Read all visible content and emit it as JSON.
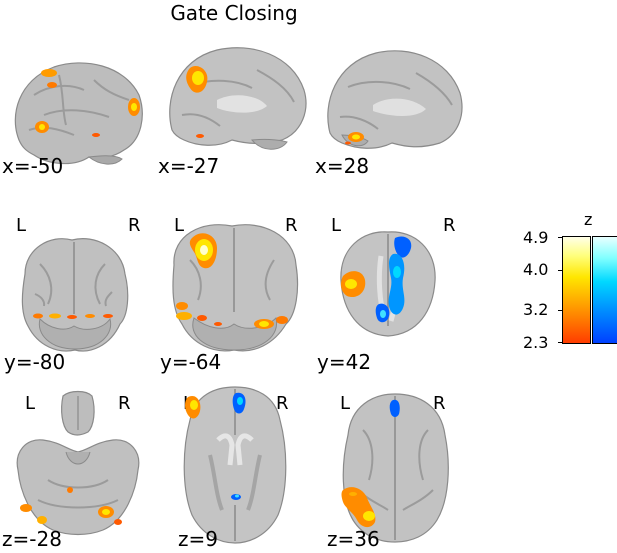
{
  "title": "Gate Closing",
  "rows": [
    {
      "row": "sagittal",
      "slices": [
        {
          "label": "x=-50"
        },
        {
          "label": "x=-27"
        },
        {
          "label": "x=28"
        }
      ]
    },
    {
      "row": "coronal",
      "slices": [
        {
          "label": "y=-80",
          "left": "L",
          "right": "R"
        },
        {
          "label": "y=-64",
          "left": "L",
          "right": "R"
        },
        {
          "label": "y=42",
          "left": "L",
          "right": "R"
        }
      ]
    },
    {
      "row": "axial",
      "slices": [
        {
          "label": "z=-28",
          "left": "L",
          "right": "R"
        },
        {
          "label": "z=9",
          "left": "L",
          "right": "R"
        },
        {
          "label": "z=36",
          "left": "L",
          "right": "R"
        }
      ]
    }
  ],
  "colorbar": {
    "label": "z",
    "ticks": [
      "4.9",
      "4.0",
      "3.2",
      "2.3"
    ],
    "positive_colors": [
      "#ff3c00",
      "#ffe600",
      "#ffffe8"
    ],
    "negative_colors": [
      "#0040ff",
      "#00d8ff",
      "#e8ffff"
    ]
  }
}
